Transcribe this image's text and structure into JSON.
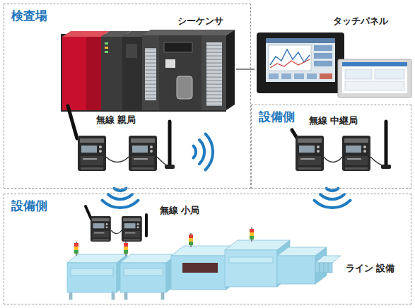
{
  "diagram": {
    "nodes": [
      {
        "text": [
          "検査場"
        ]
      },
      {
        "text": [
          "シーケンサ"
        ],
        "in": 0
      },
      {
        "text": [
          "無線 親局"
        ],
        "in": 0
      },
      {
        "text": [
          "タッチパネル"
        ]
      },
      {
        "text": [
          "設備側"
        ]
      },
      {
        "text": [
          "無線 中継局"
        ],
        "in": 4
      },
      {
        "text": [
          "設備側"
        ]
      },
      {
        "text": [
          "無線 小局"
        ],
        "in": 6
      },
      {
        "text": [
          "ライン 設備"
        ],
        "in": 6
      }
    ],
    "edges": [
      {
        "from": 1,
        "to": 3,
        "arrow": "none"
      }
    ]
  }
}
